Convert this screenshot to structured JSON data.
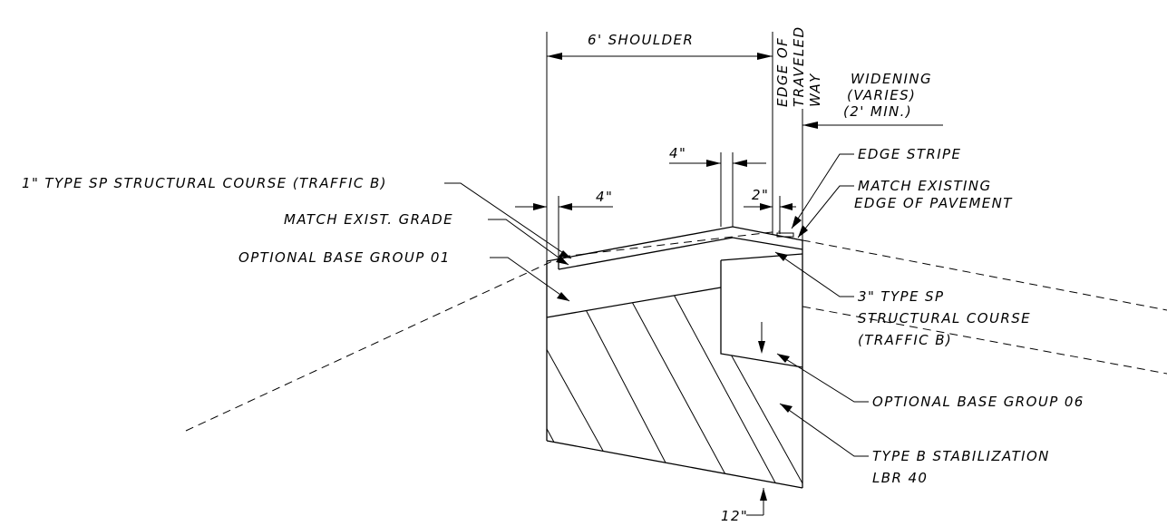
{
  "labels": {
    "shoulder": "6' SHOULDER",
    "edge_of": "EDGE OF",
    "traveled": "TRAVELED",
    "way": "WAY",
    "widening": "WIDENING",
    "varies": "(VARIES)",
    "min": "(2' MIN.)",
    "edge_stripe": "EDGE STRIPE",
    "match_existing": "MATCH EXISTING",
    "edge_of_pavement": "EDGE OF PAVEMENT",
    "dim_4_top": "4\"",
    "dim_4_left": "4\"",
    "dim_2": "2\"",
    "dim_12": "12\"",
    "sp_1in": "1\" TYPE SP STRUCTURAL COURSE (TRAFFIC B)",
    "match_grade": "MATCH EXIST. GRADE",
    "base_01": "OPTIONAL BASE GROUP 01",
    "sp_3in_1": "3\" TYPE SP",
    "sp_3in_2": "STRUCTURAL COURSE",
    "sp_3in_3": "(TRAFFIC B)",
    "base_06": "OPTIONAL BASE GROUP 06",
    "stab_1": "TYPE B STABILIZATION",
    "stab_2": "LBR 40"
  }
}
